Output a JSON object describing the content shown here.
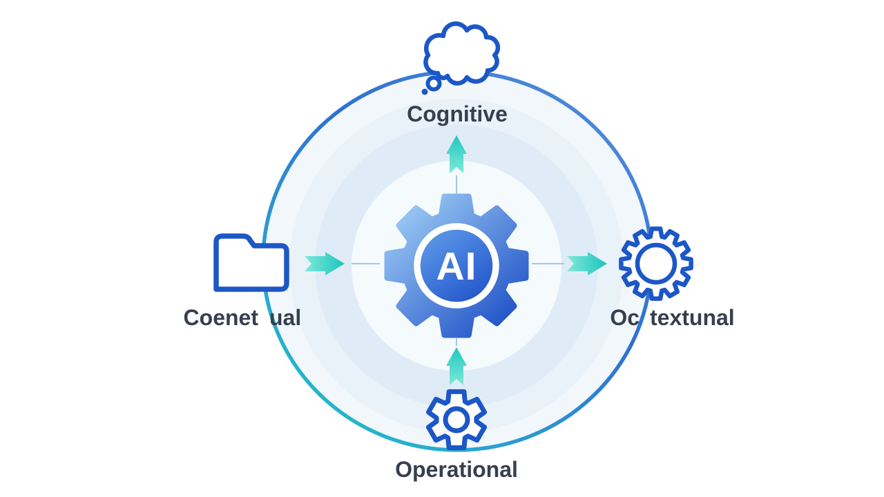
{
  "diagram": {
    "center": {
      "label": "AI",
      "icon": "ai-gear-icon"
    },
    "top": {
      "label": "Cognitive",
      "icon": "thought-bubble-icon"
    },
    "left": {
      "label_part1": "Coenet",
      "label_part2": "ual",
      "icon": "folder-icon"
    },
    "right": {
      "label_part1": "Oc",
      "label_part2": "textunal",
      "icon": "gear-icon"
    },
    "bottom": {
      "label": "Operational",
      "icon": "gear-icon"
    },
    "colors": {
      "icon_blue": "#1c57c7",
      "ring_blue_top": "#4f8cdb",
      "ring_blue": "#2e6fd1",
      "ring_teal": "#22c3c8",
      "arrow_teal_light": "#7fe9da",
      "arrow_teal_dark": "#1cc5bc",
      "center_gear_light": "#9ccaf4",
      "center_gear_dark": "#1b4ec5",
      "label_text": "#373f4e"
    }
  }
}
